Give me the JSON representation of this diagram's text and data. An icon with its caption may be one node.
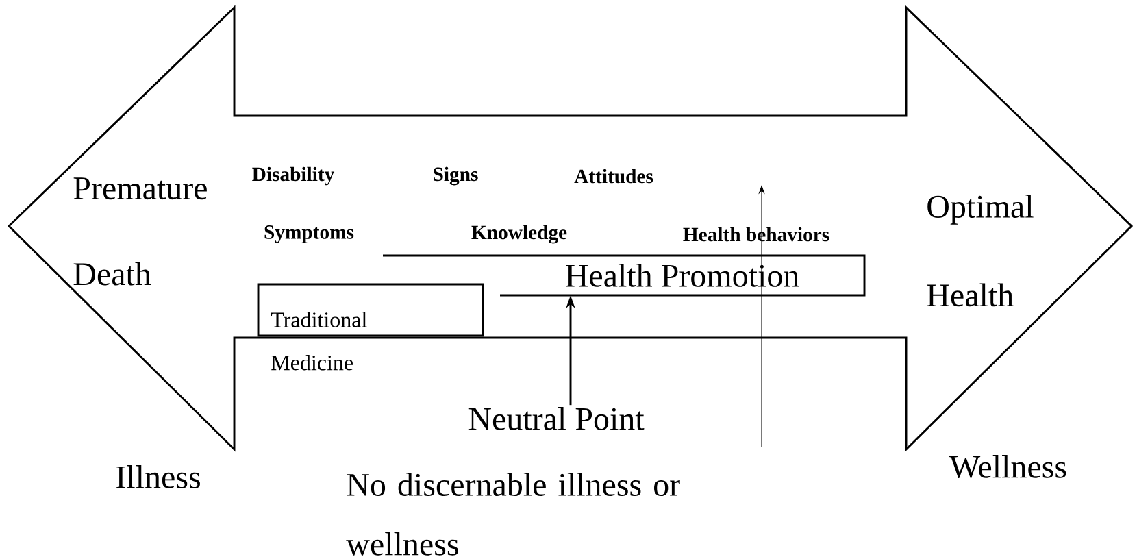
{
  "diagram": {
    "nodes": [
      {
        "text": [
          "Health Promotion"
        ]
      },
      {
        "text": [
          "Traditional Medicine"
        ]
      },
      {
        "text": [
          "Neutral Point"
        ]
      }
    ],
    "edges": [
      {
        "from": 2,
        "to": 0,
        "arrow": "to"
      }
    ],
    "labels": [
      "Premature Death",
      "Disability",
      "Signs",
      "Attitudes",
      "Optimal Health",
      "Symptoms",
      "Knowledge",
      "Health behaviors",
      "Illness",
      "Wellness",
      "No discernable illness or wellness"
    ]
  }
}
